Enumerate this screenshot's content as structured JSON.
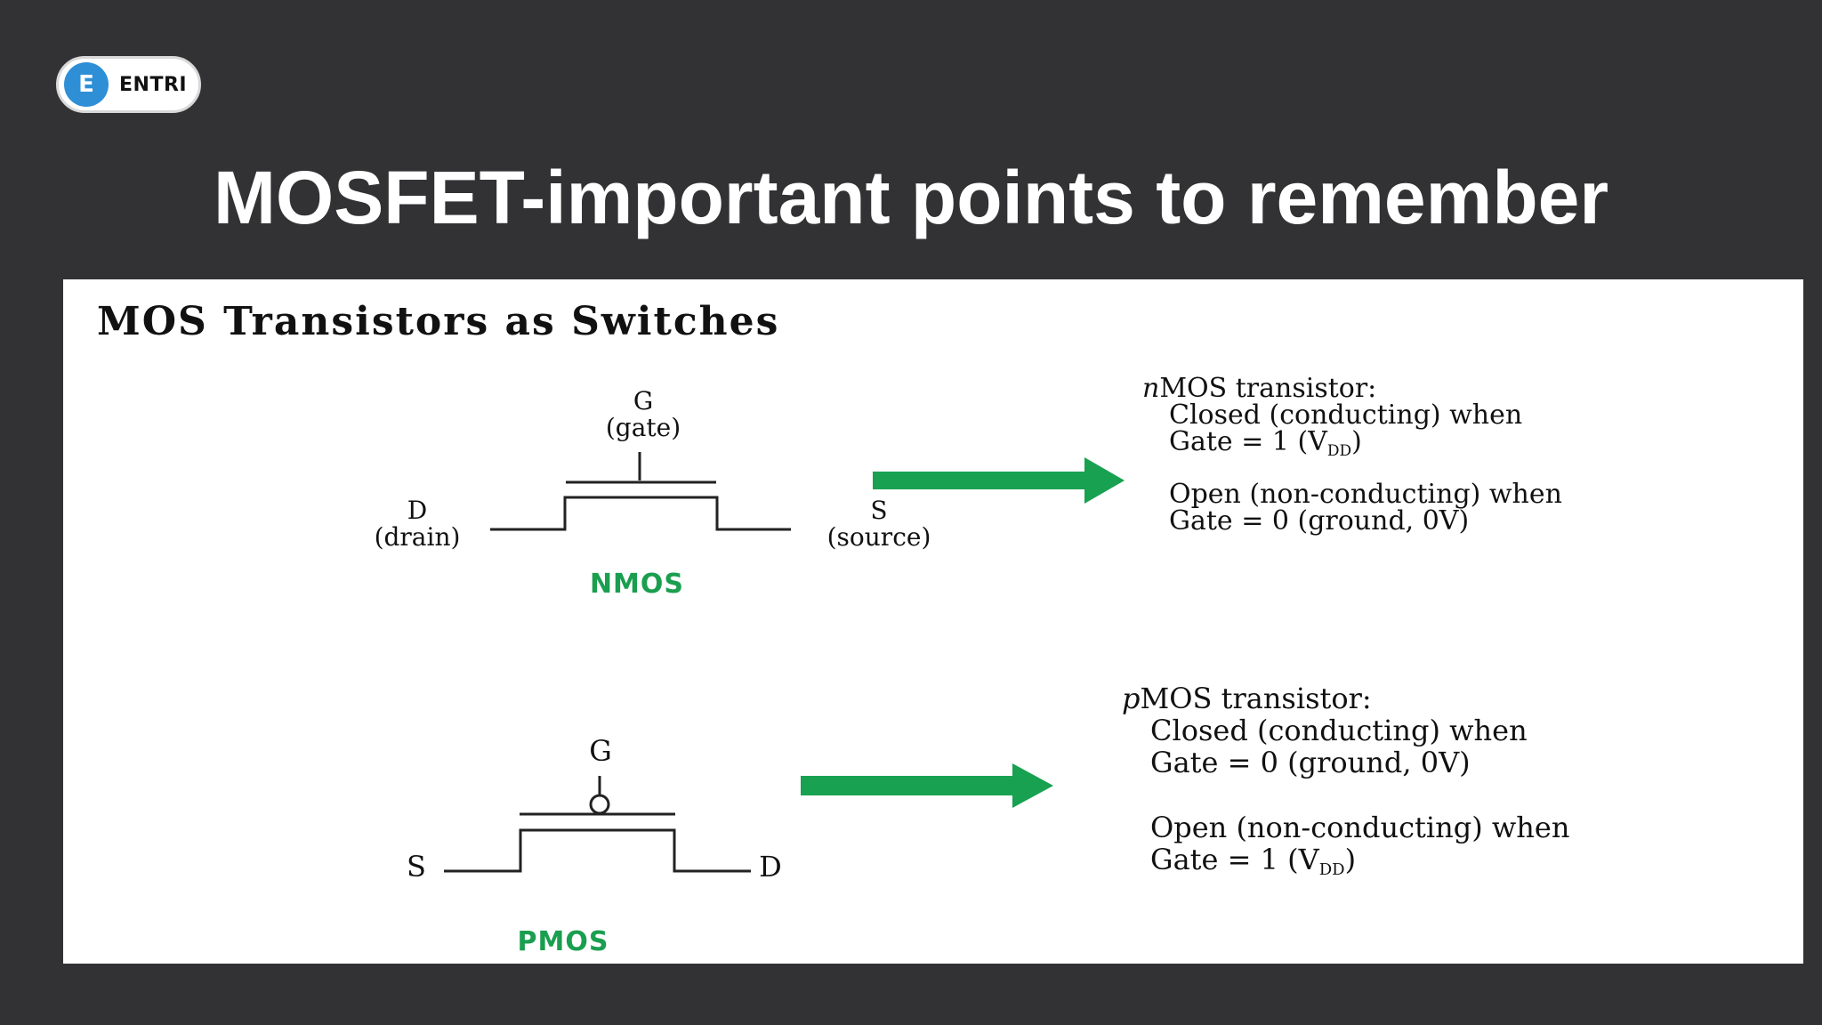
{
  "logo": {
    "mark": "E",
    "text": "ENTRI"
  },
  "slide": {
    "title": "MOSFET-important points to remember"
  },
  "diagram": {
    "heading": "MOS Transistors as Switches",
    "nmos": {
      "gate_letter": "G",
      "gate_desc": "(gate)",
      "drain_letter": "D",
      "drain_desc": "(drain)",
      "source_letter": "S",
      "source_desc": "(source)",
      "caption": "NMOS",
      "title_prefix": "n",
      "title_rest": "MOS transistor:",
      "closed_line": "Closed (conducting) when",
      "closed_cond_pre": "Gate = 1 (V",
      "closed_cond_sub": "DD",
      "closed_cond_post": ")",
      "open_line": "Open (non-conducting) when",
      "open_cond": "Gate = 0 (ground, 0V)"
    },
    "pmos": {
      "gate_letter": "G",
      "source_letter": "S",
      "drain_letter": "D",
      "caption": "PMOS",
      "title_prefix": "p",
      "title_rest": "MOS transistor:",
      "closed_line": "Closed (conducting) when",
      "closed_cond": "Gate = 0 (ground, 0V)",
      "open_line": "Open (non-conducting) when",
      "open_cond_pre": "Gate = 1 (V",
      "open_cond_sub": "DD",
      "open_cond_post": ")"
    },
    "colors": {
      "arrow": "#18a150",
      "caption": "#1a9e4f"
    }
  }
}
